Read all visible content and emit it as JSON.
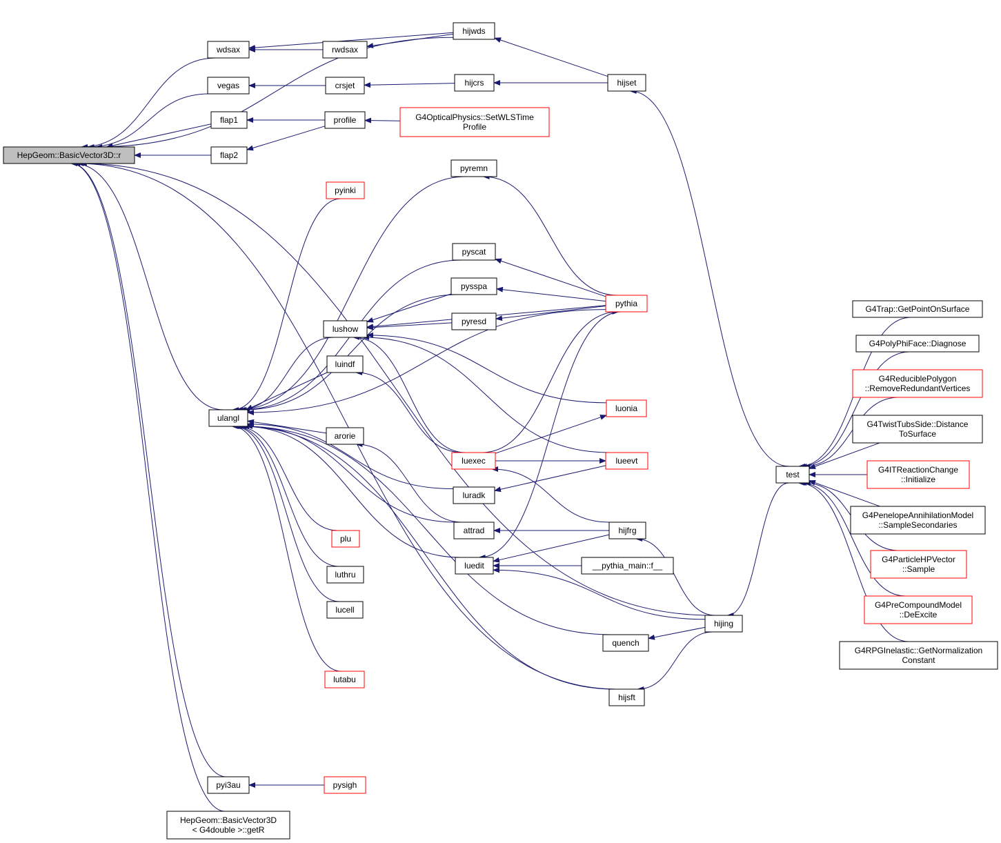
{
  "colors": {
    "edge": "#191970",
    "node_border": "#000000",
    "node_border_truncated": "#ff0000",
    "root_fill": "#bfbfbf",
    "node_fill": "#ffffff"
  },
  "nodes": [
    {
      "id": "root",
      "lines": [
        "HepGeom::BasicVector3D::r"
      ],
      "style": "root"
    },
    {
      "id": "wdsax",
      "lines": [
        "wdsax"
      ],
      "style": "normal"
    },
    {
      "id": "vegas",
      "lines": [
        "vegas"
      ],
      "style": "normal"
    },
    {
      "id": "flap1",
      "lines": [
        "flap1"
      ],
      "style": "normal"
    },
    {
      "id": "flap2",
      "lines": [
        "flap2"
      ],
      "style": "normal"
    },
    {
      "id": "ulangl",
      "lines": [
        "ulangl"
      ],
      "style": "normal"
    },
    {
      "id": "pyi3au",
      "lines": [
        "pyi3au"
      ],
      "style": "normal"
    },
    {
      "id": "getR",
      "lines": [
        "HepGeom::BasicVector3D",
        "< G4double >::getR"
      ],
      "style": "normal"
    },
    {
      "id": "rwdsax",
      "lines": [
        "rwdsax"
      ],
      "style": "normal"
    },
    {
      "id": "crsjet",
      "lines": [
        "crsjet"
      ],
      "style": "normal"
    },
    {
      "id": "profile",
      "lines": [
        "profile"
      ],
      "style": "normal"
    },
    {
      "id": "pyinki",
      "lines": [
        "pyinki"
      ],
      "style": "truncated"
    },
    {
      "id": "lushow",
      "lines": [
        "lushow"
      ],
      "style": "normal"
    },
    {
      "id": "luindf",
      "lines": [
        "luindf"
      ],
      "style": "normal"
    },
    {
      "id": "arorie",
      "lines": [
        "arorie"
      ],
      "style": "normal"
    },
    {
      "id": "plu",
      "lines": [
        "plu"
      ],
      "style": "truncated"
    },
    {
      "id": "luthru",
      "lines": [
        "luthru"
      ],
      "style": "normal"
    },
    {
      "id": "lucell",
      "lines": [
        "lucell"
      ],
      "style": "normal"
    },
    {
      "id": "lutabu",
      "lines": [
        "lutabu"
      ],
      "style": "truncated"
    },
    {
      "id": "pysigh",
      "lines": [
        "pysigh"
      ],
      "style": "truncated"
    },
    {
      "id": "hijwds",
      "lines": [
        "hijwds"
      ],
      "style": "normal"
    },
    {
      "id": "hijcrs",
      "lines": [
        "hijcrs"
      ],
      "style": "normal"
    },
    {
      "id": "g4opt",
      "lines": [
        "G4OpticalPhysics::SetWLSTime",
        "Profile"
      ],
      "style": "truncated"
    },
    {
      "id": "pyremn",
      "lines": [
        "pyremn"
      ],
      "style": "normal"
    },
    {
      "id": "pyscat",
      "lines": [
        "pyscat"
      ],
      "style": "normal"
    },
    {
      "id": "pysspa",
      "lines": [
        "pysspa"
      ],
      "style": "normal"
    },
    {
      "id": "pyresd",
      "lines": [
        "pyresd"
      ],
      "style": "normal"
    },
    {
      "id": "luexec",
      "lines": [
        "luexec"
      ],
      "style": "truncated"
    },
    {
      "id": "luradk",
      "lines": [
        "luradk"
      ],
      "style": "normal"
    },
    {
      "id": "attrad",
      "lines": [
        "attrad"
      ],
      "style": "normal"
    },
    {
      "id": "luedit",
      "lines": [
        "luedit"
      ],
      "style": "normal"
    },
    {
      "id": "quench",
      "lines": [
        "quench"
      ],
      "style": "normal"
    },
    {
      "id": "hijsft",
      "lines": [
        "hijsft"
      ],
      "style": "normal"
    },
    {
      "id": "hijset",
      "lines": [
        "hijset"
      ],
      "style": "normal"
    },
    {
      "id": "pythia",
      "lines": [
        "pythia"
      ],
      "style": "truncated"
    },
    {
      "id": "luonia",
      "lines": [
        "luonia"
      ],
      "style": "truncated"
    },
    {
      "id": "lueevt",
      "lines": [
        "lueevt"
      ],
      "style": "truncated"
    },
    {
      "id": "hijfrg",
      "lines": [
        "hijfrg"
      ],
      "style": "normal"
    },
    {
      "id": "pymain",
      "lines": [
        "__pythia_main::f__"
      ],
      "style": "normal"
    },
    {
      "id": "hijing",
      "lines": [
        "hijing"
      ],
      "style": "normal"
    },
    {
      "id": "test",
      "lines": [
        "test"
      ],
      "style": "normal"
    },
    {
      "id": "g4trap",
      "lines": [
        "G4Trap::GetPointOnSurface"
      ],
      "style": "normal"
    },
    {
      "id": "g4polyphi",
      "lines": [
        "G4PolyPhiFace::Diagnose"
      ],
      "style": "normal"
    },
    {
      "id": "g4reduc",
      "lines": [
        "G4ReduciblePolygon",
        "::RemoveRedundantVertices"
      ],
      "style": "truncated"
    },
    {
      "id": "g4twist",
      "lines": [
        "G4TwistTubsSide::Distance",
        "ToSurface"
      ],
      "style": "normal"
    },
    {
      "id": "g4itreac",
      "lines": [
        "G4ITReactionChange",
        "::Initialize"
      ],
      "style": "truncated"
    },
    {
      "id": "g4penel",
      "lines": [
        "G4PenelopeAnnihilationModel",
        "::SampleSecondaries"
      ],
      "style": "normal"
    },
    {
      "id": "g4phpv",
      "lines": [
        "G4ParticleHPVector",
        "::Sample"
      ],
      "style": "truncated"
    },
    {
      "id": "g4precomp",
      "lines": [
        "G4PreCompoundModel",
        "::DeExcite"
      ],
      "style": "truncated"
    },
    {
      "id": "g4rpg",
      "lines": [
        "G4RPGInelastic::GetNormalization",
        "Constant"
      ],
      "style": "normal"
    }
  ],
  "edges": [
    [
      "wdsax",
      "root"
    ],
    [
      "vegas",
      "root"
    ],
    [
      "flap1",
      "root"
    ],
    [
      "flap2",
      "root"
    ],
    [
      "ulangl",
      "root"
    ],
    [
      "pyi3au",
      "root"
    ],
    [
      "getR",
      "root"
    ],
    [
      "hijwds",
      "root"
    ],
    [
      "hijsft",
      "root"
    ],
    [
      "hijing",
      "root"
    ],
    [
      "rwdsax",
      "wdsax"
    ],
    [
      "hijwds",
      "wdsax"
    ],
    [
      "crsjet",
      "vegas"
    ],
    [
      "profile",
      "flap1"
    ],
    [
      "profile",
      "flap2"
    ],
    [
      "hijwds",
      "rwdsax"
    ],
    [
      "hijcrs",
      "crsjet"
    ],
    [
      "g4opt",
      "profile"
    ],
    [
      "hijset",
      "hijwds"
    ],
    [
      "hijset",
      "hijcrs"
    ],
    [
      "test",
      "hijset"
    ],
    [
      "pyinki",
      "ulangl"
    ],
    [
      "pyremn",
      "ulangl"
    ],
    [
      "pythia",
      "ulangl"
    ],
    [
      "pyscat",
      "ulangl"
    ],
    [
      "pysspa",
      "ulangl"
    ],
    [
      "lushow",
      "ulangl"
    ],
    [
      "luindf",
      "ulangl"
    ],
    [
      "luradk",
      "ulangl"
    ],
    [
      "arorie",
      "ulangl"
    ],
    [
      "attrad",
      "ulangl"
    ],
    [
      "luedit",
      "ulangl"
    ],
    [
      "plu",
      "ulangl"
    ],
    [
      "luthru",
      "ulangl"
    ],
    [
      "lucell",
      "ulangl"
    ],
    [
      "lutabu",
      "ulangl"
    ],
    [
      "quench",
      "ulangl"
    ],
    [
      "hijsft",
      "ulangl"
    ],
    [
      "pysigh",
      "pyi3au"
    ],
    [
      "pythia",
      "pyremn"
    ],
    [
      "pythia",
      "pyscat"
    ],
    [
      "pythia",
      "pysspa"
    ],
    [
      "pythia",
      "pyresd"
    ],
    [
      "pythia",
      "lushow"
    ],
    [
      "pysspa",
      "lushow"
    ],
    [
      "pyresd",
      "lushow"
    ],
    [
      "luonia",
      "lushow"
    ],
    [
      "lueevt",
      "lushow"
    ],
    [
      "luexec",
      "lushow"
    ],
    [
      "luexec",
      "luindf"
    ],
    [
      "attrad",
      "arorie"
    ],
    [
      "luexec",
      "pythia"
    ],
    [
      "luexec",
      "luonia"
    ],
    [
      "luexec",
      "lueevt"
    ],
    [
      "hijfrg",
      "luexec"
    ],
    [
      "lueevt",
      "luradk"
    ],
    [
      "hijfrg",
      "attrad"
    ],
    [
      "hijfrg",
      "luedit"
    ],
    [
      "pymain",
      "luedit"
    ],
    [
      "hijing",
      "luedit"
    ],
    [
      "pythia",
      "luedit"
    ],
    [
      "hijing",
      "hijfrg"
    ],
    [
      "hijing",
      "quench"
    ],
    [
      "hijing",
      "hijsft"
    ],
    [
      "test",
      "hijing"
    ],
    [
      "g4trap",
      "test"
    ],
    [
      "g4polyphi",
      "test"
    ],
    [
      "g4reduc",
      "test"
    ],
    [
      "g4twist",
      "test"
    ],
    [
      "g4itreac",
      "test"
    ],
    [
      "g4penel",
      "test"
    ],
    [
      "g4phpv",
      "test"
    ],
    [
      "g4precomp",
      "test"
    ],
    [
      "g4rpg",
      "test"
    ]
  ]
}
